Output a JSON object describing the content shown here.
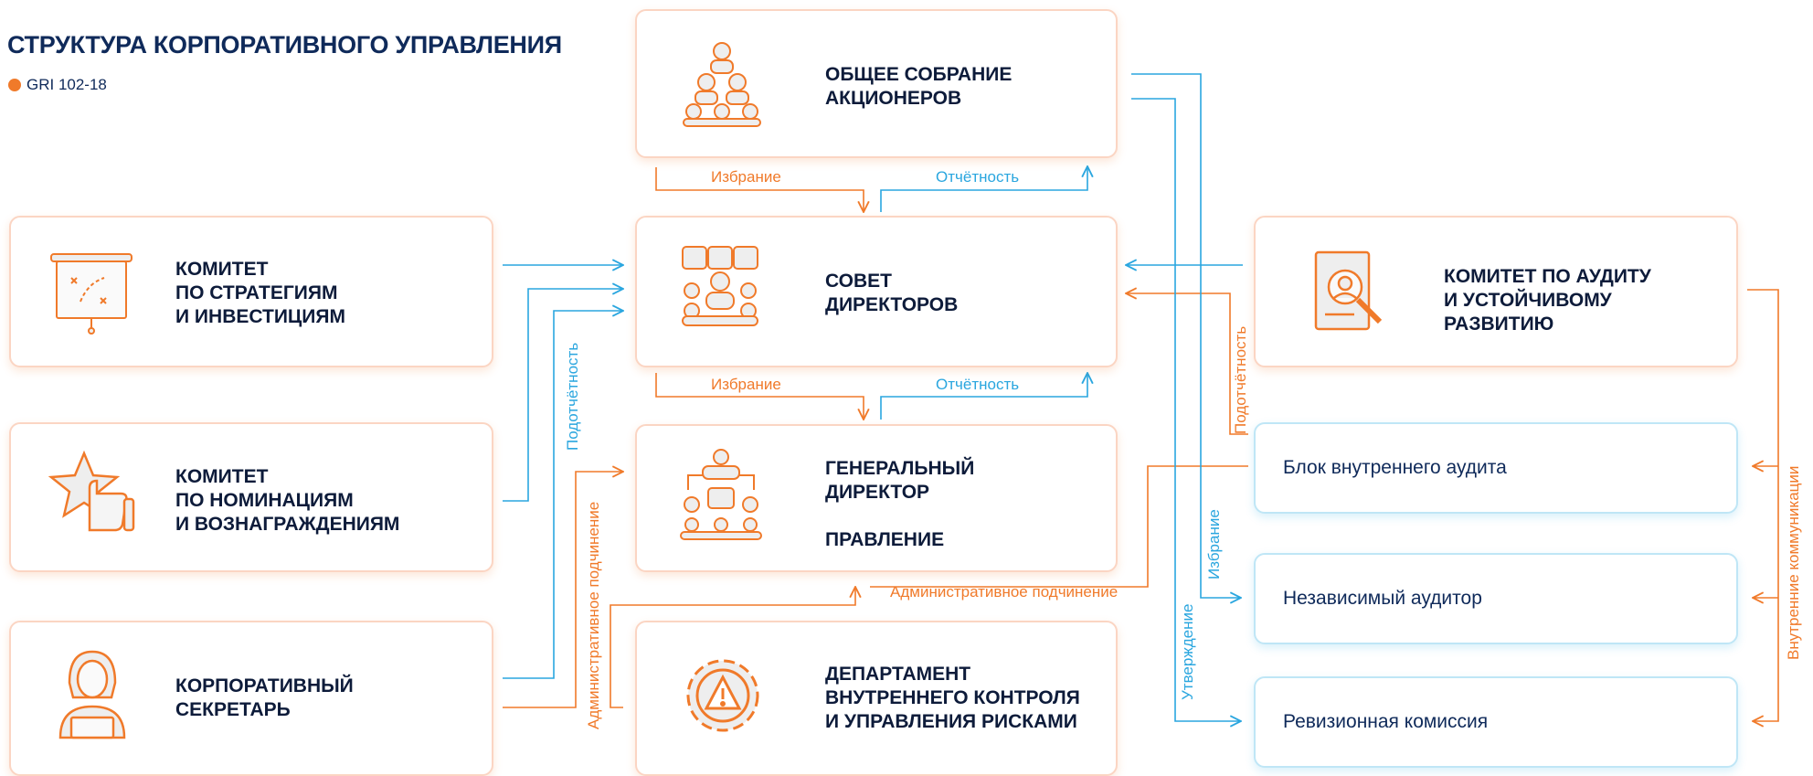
{
  "header": {
    "title": "СТРУКТУРА КОРПОРАТИВНОГО УПРАВЛЕНИЯ",
    "gri": "GRI 102-18"
  },
  "colors": {
    "orange": "#f07a2a",
    "blue": "#2aa6df",
    "navy": "#0f2a5a"
  },
  "boxes": {
    "shareholders": {
      "line1": "Общее собрание",
      "line2": "акционеров",
      "icon": "people-pyramid-icon"
    },
    "board": {
      "line1": "Совет",
      "line2": "директоров",
      "icon": "board-meeting-icon"
    },
    "ceo": {
      "line1": "Генеральный",
      "line2": "директор",
      "line3": "Правление",
      "icon": "hierarchy-icon"
    },
    "risk": {
      "line1": "Департамент",
      "line2": "внутреннего контроля",
      "line3": "и управления рисками",
      "icon": "gear-warning-icon"
    },
    "strategy": {
      "line1": "Комитет",
      "line2": "по стратегиям",
      "line3": "и инвестициям",
      "icon": "strategy-board-icon"
    },
    "nominations": {
      "line1": "Комитет",
      "line2": "по номинациям",
      "line3": "и вознаграждениям",
      "icon": "star-thumb-icon"
    },
    "secretary": {
      "line1": "Корпоративный",
      "line2": "секретарь",
      "icon": "person-laptop-icon"
    },
    "audit_committee": {
      "line1": "Комитет по аудиту",
      "line2": "и устойчивому",
      "line3": "развитию",
      "icon": "document-magnifier-icon"
    },
    "internal_audit": {
      "text": "Блок внутреннего аудита"
    },
    "independent_auditor": {
      "text": "Независимый аудитор"
    },
    "revision": {
      "text": "Ревизионная комиссия"
    }
  },
  "connectors": {
    "election": "Избрание",
    "reporting": "Отчётность",
    "accountability": "Подотчётность",
    "admin_subordination": "Административное подчинение",
    "approval": "Утверждение",
    "internal_communications": "Внутренние коммуникации"
  }
}
